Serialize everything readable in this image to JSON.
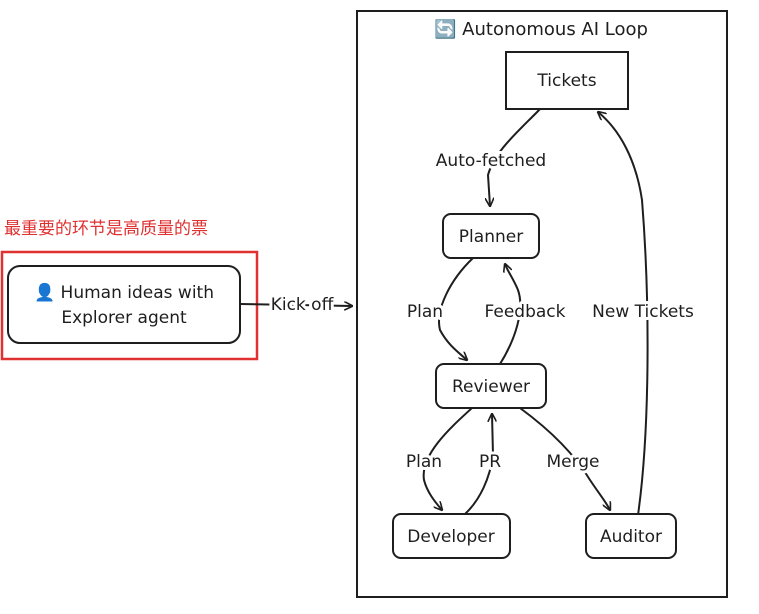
{
  "title": "🔄 Autonomous AI Loop",
  "annotation": "最重要的环节是高质量的票",
  "colors": {
    "stroke": "#1e1e1e",
    "highlight": "#e03131",
    "background": "#ffffff"
  },
  "nodes": {
    "human": {
      "line1": "👤 Human ideas with",
      "line2": "Explorer agent"
    },
    "tickets": {
      "label": "Tickets"
    },
    "planner": {
      "label": "Planner"
    },
    "reviewer": {
      "label": "Reviewer"
    },
    "developer": {
      "label": "Developer"
    },
    "auditor": {
      "label": "Auditor"
    }
  },
  "edges": {
    "kickoff": "Kick off",
    "auto_fetched": "Auto-fetched",
    "plan_to_reviewer": "Plan",
    "feedback": "Feedback",
    "plan_to_developer": "Plan",
    "pr": "PR",
    "merge": "Merge",
    "new_tickets": "New Tickets"
  }
}
